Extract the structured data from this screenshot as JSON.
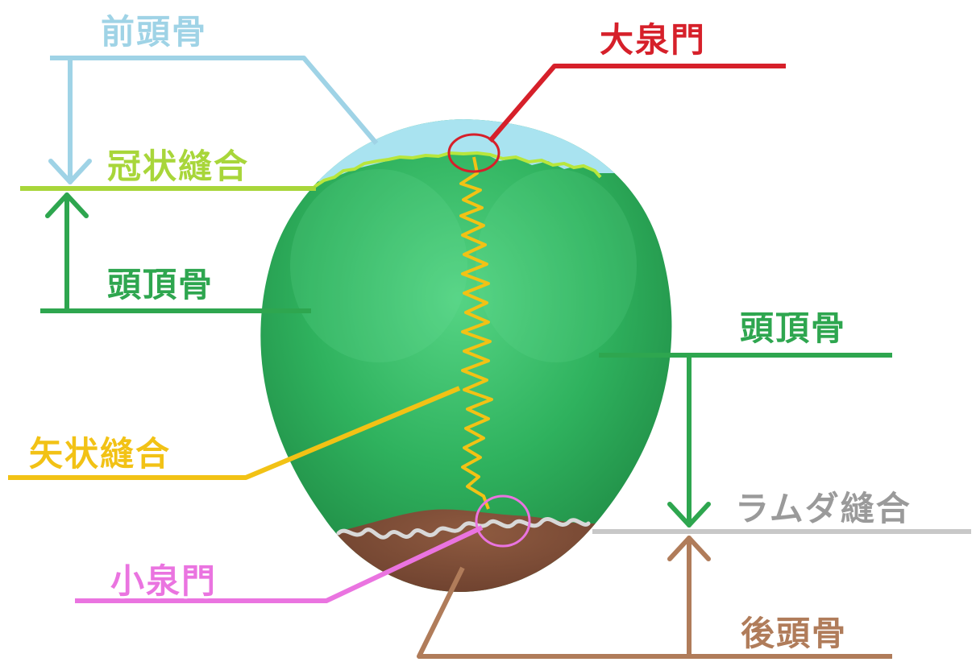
{
  "labels": {
    "frontal": "前頭骨",
    "anterior_fontanelle": "大泉門",
    "coronal_suture": "冠状縫合",
    "parietal_left": "頭頂骨",
    "parietal_right": "頭頂骨",
    "sagittal_suture": "矢状縫合",
    "lambdoid_suture": "ラムダ縫合",
    "posterior_fontanelle": "小泉門",
    "occipital": "後頭骨"
  },
  "colors": {
    "frontal": "#9fd3e6",
    "frontal_region": "#a9e3f0",
    "anterior_fontanelle": "#d6202a",
    "coronal_suture": "#a8d63a",
    "parietal": "#2ea64f",
    "parietal_bone": "#3cc064",
    "sagittal_suture": "#f2c215",
    "lambdoid_suture": "#9a9a9a",
    "posterior_fontanelle": "#ea74e0",
    "occipital": "#b07c5a",
    "occipital_region": "#7a4a36"
  }
}
